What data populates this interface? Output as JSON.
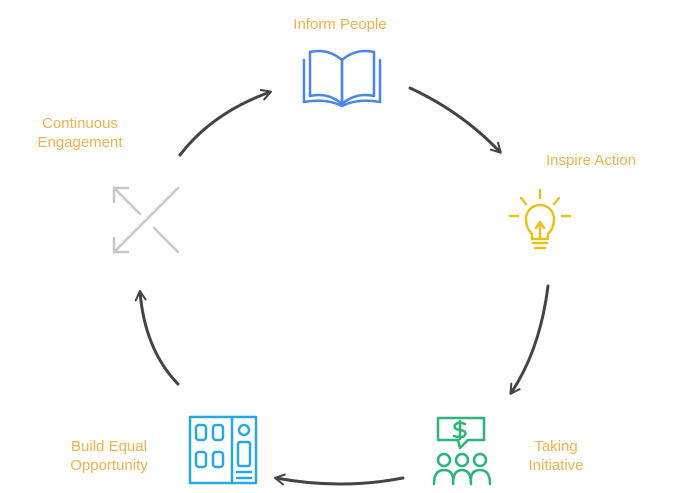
{
  "diagram": {
    "steps": [
      {
        "id": "inform",
        "lines": [
          "Inform People"
        ],
        "icon": "open-book-icon",
        "color": "#4a86e8"
      },
      {
        "id": "inspire",
        "lines": [
          "Inspire Action"
        ],
        "icon": "lightbulb-icon",
        "color": "#e6c21e"
      },
      {
        "id": "taking",
        "lines": [
          "Taking",
          "Initiative"
        ],
        "icon": "people-with-dollar-speech-bubble-icon",
        "color": "#2db37a"
      },
      {
        "id": "build",
        "lines": [
          "Build Equal",
          "Opportunity"
        ],
        "icon": "building-grid-icon",
        "color": "#29a8e0"
      },
      {
        "id": "continuous",
        "lines": [
          "Continuous",
          "Engagement"
        ],
        "icon": "expand-arrows-icon",
        "color": "#c8c8c8"
      }
    ],
    "label_color": "#f2b14a",
    "arrow_color": "#444444"
  }
}
